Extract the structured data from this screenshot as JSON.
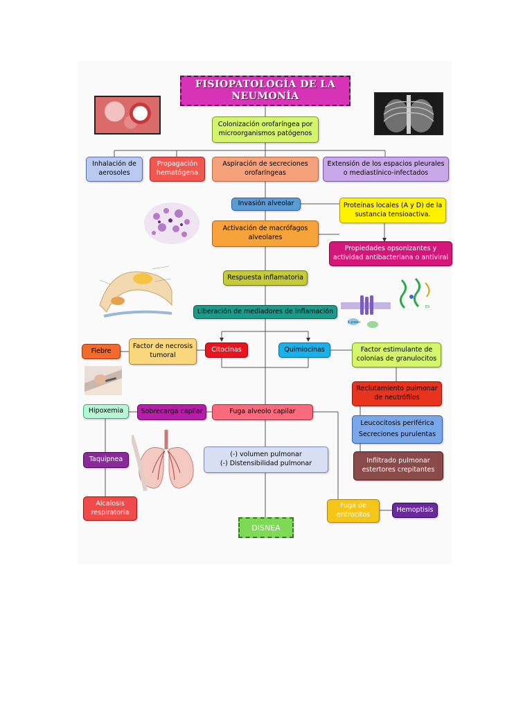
{
  "title": "FISIOPATOLOGÍA DE LA NEUMONÍA",
  "nodes": {
    "colonizacion": "Colonización orofaríngea por microorganismos patógenos",
    "inhalacion": "Inhalación de aerosoles",
    "propagacion": "Propagación hematógena",
    "aspiracion": "Aspiración de secreciones orofaríngeas",
    "extension": "Extensión de los espacios pleurales o mediastínico-infectados",
    "invasion": "Invasión alveolar",
    "proteinas": "Proteínas locales (A y D) de la sustancia tensioactiva.",
    "activacion": "Activación de macrófagos alveolares",
    "propiedades": "Propiedades opsonizantes y actividad antibacteriana o antiviral",
    "respuesta": "Respuesta inflamatoria",
    "liberacion": "Liberación de mediadores de inflamación",
    "fiebre": "Fiebre",
    "tnf": "Factor de necrosis tumoral",
    "citocinas": "Citocinas",
    "quimiocinas": "Quimiocinas",
    "factor_estimulante": "Factor estimulante de colonias de granulocitos",
    "reclutamiento": "Reclutamiento pulmonar de neutrófilos",
    "hipoxemia": "Hipoxemia",
    "sobrecarga": "Sobrecarga capilar",
    "fuga": "Fuga alveolo capilar",
    "leucocitosis_1": "Leucocitosis periférica",
    "leucocitosis_2": "Secreciones purulentas",
    "taquipnea": "Taquipnea",
    "volumen_1": "(-) volumen pulmonar",
    "volumen_2": "(-) Distensibilidad pulmonar",
    "infiltrado": "Infiltrado pulmonar estertores crepitantes",
    "alcalosis": "Alcalosis respiratoria",
    "fuga_eritrocitos": "Fuga de eritrocitos",
    "hemoptisis": "Hemoptisis",
    "disnea": "DISNEA"
  },
  "diagram_labels": {
    "cells": "IL-proteic",
    "molecule": "ES"
  },
  "colors": {
    "title_bg": "#d633b6",
    "green": "#d4f56b",
    "blue": "#b9c9ef",
    "red": "#f0574f",
    "salmon": "#f5a27c",
    "lavender": "#c9a8ea",
    "invasion_blue": "#5b9bd5",
    "yellow": "#fff200",
    "orange": "#f7a33c",
    "magenta": "#d4167a",
    "olive": "#c4cc3a",
    "teal": "#1e9a8a",
    "pink_red": "#f96b7c",
    "purple": "#9b1ea8",
    "brown": "#8b4a4a"
  }
}
